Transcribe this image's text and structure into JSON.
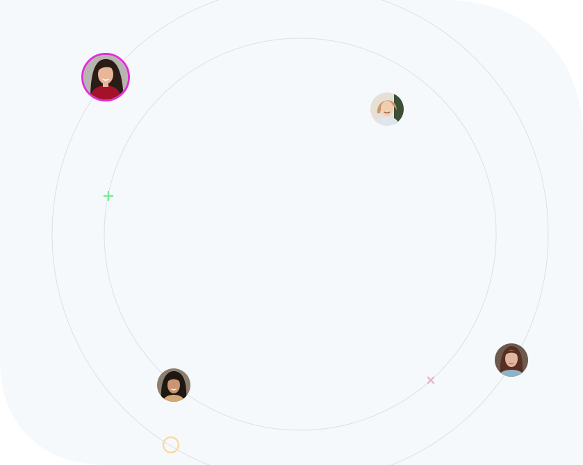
{
  "colors": {
    "background_blob": "#f6f9fc",
    "orbit_line": "#dde0e4",
    "highlight_ring": "#e02fd6",
    "plus_accent": "#7ee89a",
    "cross_accent": "#e8b4c0",
    "ring_accent": "#fcd9a0"
  },
  "avatars": [
    {
      "name": "avatar-woman-smiling-highlighted",
      "highlighted": true
    },
    {
      "name": "avatar-woman-short-hair"
    },
    {
      "name": "avatar-woman-long-hair"
    },
    {
      "name": "avatar-woman-dark-hair"
    }
  ],
  "decorations": [
    "plus-icon",
    "cross-icon",
    "ring-icon"
  ]
}
